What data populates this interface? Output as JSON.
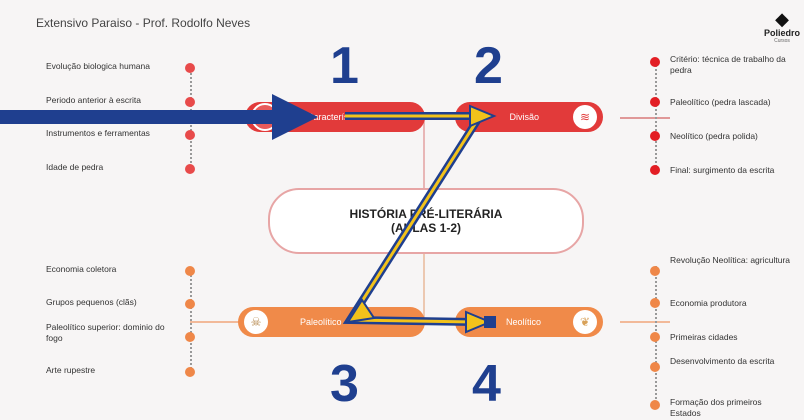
{
  "header": {
    "title": "Extensivo Paraiso - Prof. Rodolfo Neves"
  },
  "logo": {
    "name": "Poliedro",
    "sub": "Cursos"
  },
  "center": {
    "line1": "HISTÓRIA PRÉ-LITERÁRIA",
    "line2": "(AULAS 1-2)"
  },
  "nodes": {
    "caracteristicas": "Características",
    "divisao": "Divisão",
    "paleolitico": "Paleolítico",
    "neolitico": "Neolítico"
  },
  "left_top_items": [
    "Evolução biologica humana",
    "Periodo anterior à escrita",
    "Instrumentos e ferramentas",
    "Idade de pedra"
  ],
  "right_top_items": [
    "Critério: técnica de trabalho da pedra",
    "Paleolítico (pedra lascada)",
    "Neolítico (pedra polida)",
    "Final: surgimento da escrita"
  ],
  "left_bottom_items": [
    "Economia coletora",
    "Grupos pequenos (clãs)",
    "Paleolítico superior: dominio do fogo",
    "Arte rupestre"
  ],
  "right_bottom_items": [
    "Revolução Neolítica: agricultura",
    "Economia produtora",
    "Primeiras cidades",
    "Desenvolvimento da escrita",
    "Formação dos primeiros Estados"
  ],
  "numbers": [
    "1",
    "2",
    "3",
    "4"
  ],
  "colors": {
    "red": "#e23a3a",
    "orange": "#f08a49",
    "blue": "#1f3f8f",
    "yellow": "#f2c21b"
  }
}
